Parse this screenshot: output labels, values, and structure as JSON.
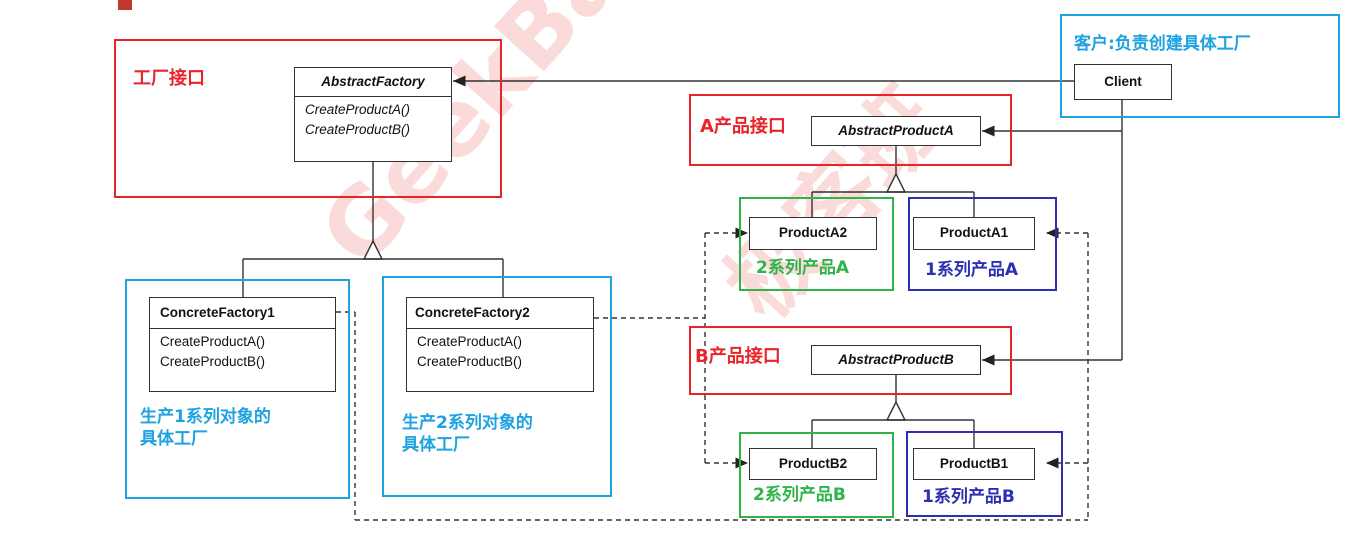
{
  "watermark": {
    "text_latin": "GeekBand",
    "text_cjk": "极客班"
  },
  "labels": {
    "factory_interface": "工厂接口",
    "client_role": "客户:负责创建具体工厂",
    "product_a_interface": "A产品接口",
    "product_b_interface": "B产品接口",
    "concrete1_role_line1": "生产1系列对象的",
    "concrete1_role_line2": "具体工厂",
    "concrete2_role_line1": "生产2系列对象的",
    "concrete2_role_line2": "具体工厂",
    "a2_family": "2系列产品A",
    "a1_family": "1系列产品A",
    "b2_family": "2系列产品B",
    "b1_family": "1系列产品B"
  },
  "classes": {
    "abstract_factory": {
      "name": "AbstractFactory",
      "methods": [
        "CreateProductA()",
        "CreateProductB()"
      ]
    },
    "concrete_factory1": {
      "name": "ConcreteFactory1",
      "methods": [
        "CreateProductA()",
        "CreateProductB()"
      ]
    },
    "concrete_factory2": {
      "name": "ConcreteFactory2",
      "methods": [
        "CreateProductA()",
        "CreateProductB()"
      ]
    },
    "client": {
      "name": "Client"
    },
    "abstract_product_a": {
      "name": "AbstractProductA"
    },
    "abstract_product_b": {
      "name": "AbstractProductB"
    },
    "product_a1": {
      "name": "ProductA1"
    },
    "product_a2": {
      "name": "ProductA2"
    },
    "product_b1": {
      "name": "ProductB1"
    },
    "product_b2": {
      "name": "ProductB2"
    }
  },
  "colors": {
    "interface_frame": "#e8242b",
    "client_frame": "#1ea2e0",
    "family2_frame": "#2fb34a",
    "family1_frame": "#2c2fb0"
  }
}
